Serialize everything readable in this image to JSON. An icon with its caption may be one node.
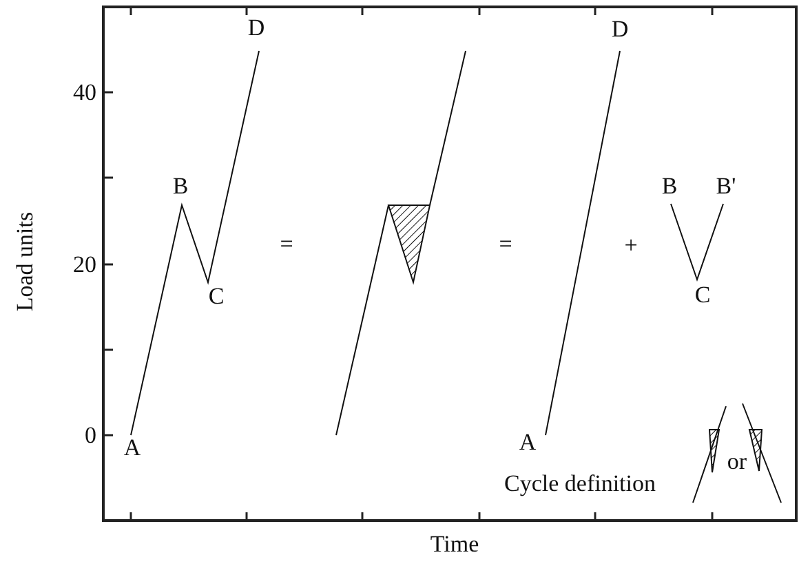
{
  "diagram": {
    "labels": [
      "40",
      "20",
      "0",
      "Load units",
      "D",
      "B",
      "C",
      "A",
      "=",
      "=",
      "D",
      "+",
      "B",
      "B'",
      "C",
      "A",
      "Cycle definition",
      "or",
      "Time"
    ]
  }
}
